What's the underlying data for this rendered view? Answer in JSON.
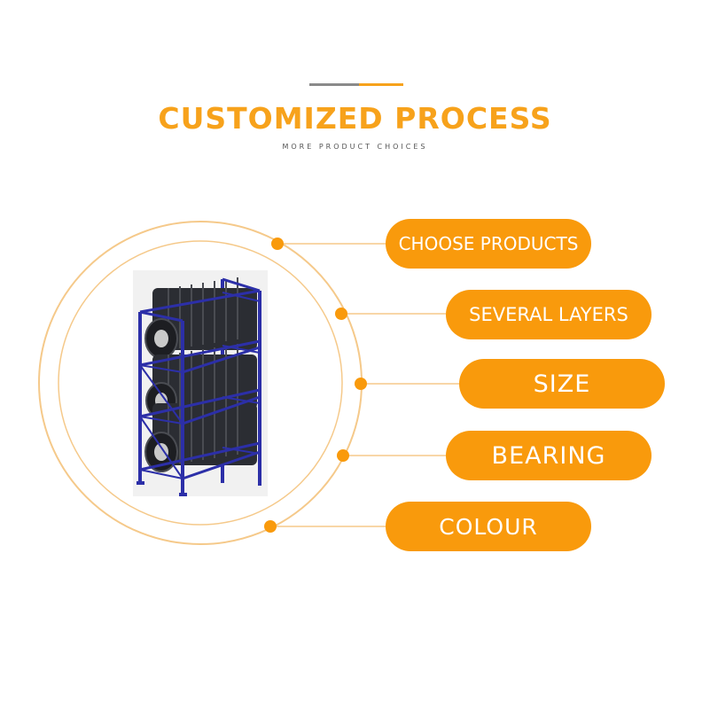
{
  "header": {
    "title": "CUSTOMIZED PROCESS",
    "subtitle": "MORE PRODUCT CHOICES"
  },
  "colors": {
    "accent": "#f7a21b",
    "pill": "#f99a0c",
    "circle_outline": "#f5c98a",
    "rack_frame": "#2c2fa8",
    "tire": "#2b2d33"
  },
  "product_image": {
    "icon": "tire-rack-image"
  },
  "options": [
    {
      "label": "CHOOSE PRODUCTS"
    },
    {
      "label": "SEVERAL LAYERS"
    },
    {
      "label": "SIZE"
    },
    {
      "label": "BEARING"
    },
    {
      "label": "COLOUR"
    }
  ]
}
